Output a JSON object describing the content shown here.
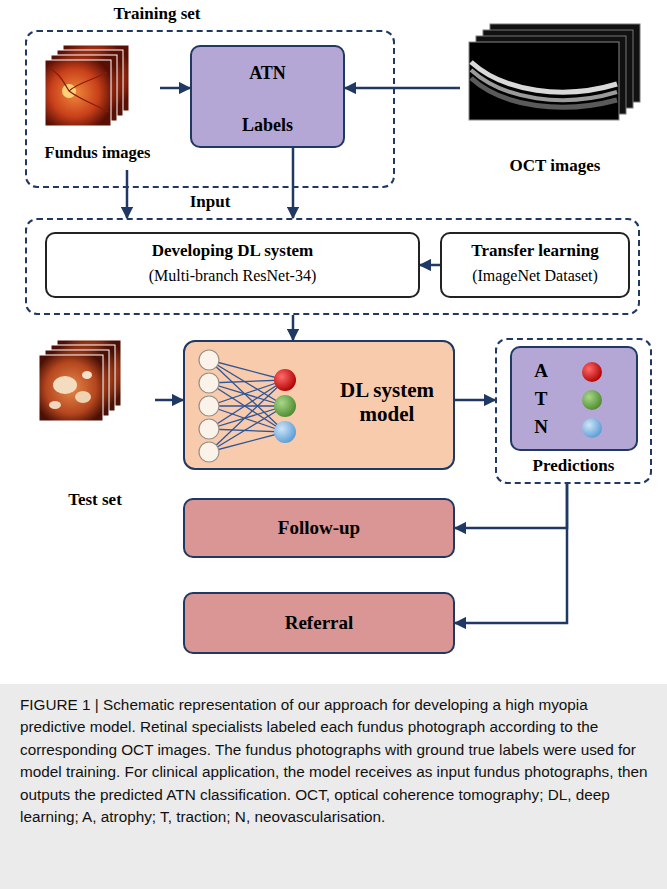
{
  "diagram": {
    "caption": "FIGURE 1 | Schematic representation of our approach for developing a high myopia predictive model. Retinal specialists labeled each fundus photograph according to the corresponding OCT images. The fundus photographs with ground true labels were used for model training. For clinical application, the model receives as input fundus photographs, then outputs the predicted ATN classification. OCT, optical coherence tomography; DL, deep learning; A, atrophy; T, traction; N, neovascularisation.",
    "nodes": [
      {
        "text": [
          "Training set"
        ]
      },
      {
        "text": [
          "Fundus images"
        ],
        "in": 0
      },
      {
        "text": [
          "ATN",
          "Labels"
        ],
        "in": 0
      },
      {
        "text": [
          "OCT images"
        ]
      },
      {
        "text": [
          "Input"
        ]
      },
      {
        "text": [
          "Developing DL system",
          "(Multi-branch ResNet-34)"
        ],
        "in": 4
      },
      {
        "text": [
          "Transfer learning",
          "(ImageNet Dataset)"
        ],
        "in": 4
      },
      {
        "text": [
          "Test set"
        ]
      },
      {
        "text": [
          "DL system model"
        ]
      },
      {
        "text": [
          "Predictions"
        ]
      },
      {
        "text": [
          "A",
          "T",
          "N"
        ],
        "in": 9
      },
      {
        "text": [
          "Follow-up"
        ]
      },
      {
        "text": [
          "Referral"
        ]
      }
    ],
    "edges": [
      {
        "from": 1,
        "to": 2,
        "arrow": "to"
      },
      {
        "from": 3,
        "to": 2,
        "arrow": "to"
      },
      {
        "from": 1,
        "to": 4,
        "arrow": "to"
      },
      {
        "from": 2,
        "to": 4,
        "arrow": "to"
      },
      {
        "from": 6,
        "to": 5,
        "arrow": "to"
      },
      {
        "from": 4,
        "to": 8,
        "arrow": "to"
      },
      {
        "from": 7,
        "to": 8,
        "arrow": "to"
      },
      {
        "from": 8,
        "to": 9,
        "arrow": "to"
      },
      {
        "from": 9,
        "to": 11,
        "arrow": "to"
      },
      {
        "from": 9,
        "to": 12,
        "arrow": "to"
      }
    ]
  }
}
